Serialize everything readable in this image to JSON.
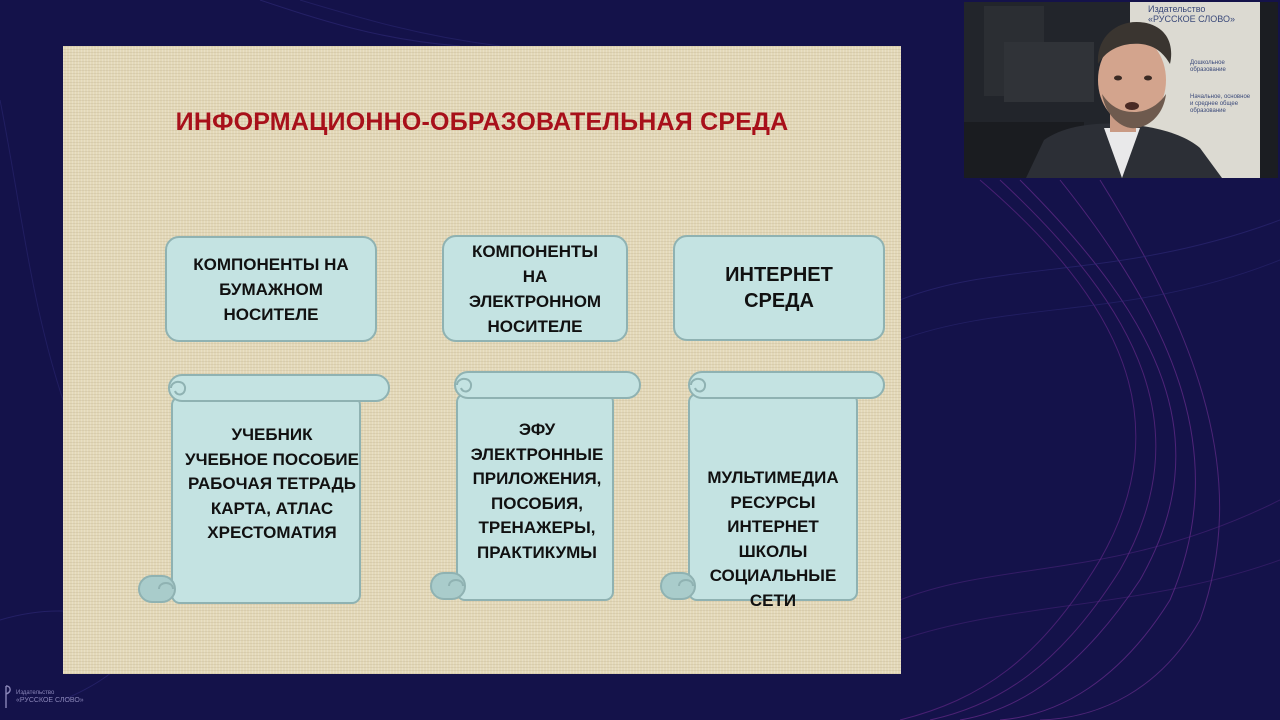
{
  "slide": {
    "title": "ИНФОРМАЦИОННО-ОБРАЗОВАТЕЛЬНАЯ СРЕДА",
    "categories": [
      "КОМПОНЕНТЫ НА\nБУМАЖНОМ\nНОСИТЕЛЕ",
      "КОМПОНЕНТЫ\nНА\nЭЛЕКТРОННОМ\nНОСИТЕЛЕ",
      "ИНТЕРНЕТ\nСРЕДА"
    ],
    "scrolls": [
      "УЧЕБНИК\nУЧЕБНОЕ ПОСОБИЕ\nРАБОЧАЯ ТЕТРАДЬ\nКАРТА, АТЛАС\nХРЕСТОМАТИЯ",
      "ЭФУ\nЭЛЕКТРОННЫЕ\nПРИЛОЖЕНИЯ,\nПОСОБИЯ,\nТРЕНАЖЕРЫ,\nПРАКТИКУМЫ",
      "МУЛЬТИМЕДИА\nРЕСУРСЫ\nИНТЕРНЕТ\nШКОЛЫ\nСОЦИАЛЬНЫЕ\nСЕТИ"
    ]
  },
  "webcam": {
    "banner_line1": "Издательство",
    "banner_line2": "«РУССКОЕ СЛОВО»",
    "banner_item1": "Дошкольное образование",
    "banner_item2": "Начальное, основное и среднее общее образование"
  },
  "footer_logo": {
    "line1": "Издательство",
    "line2": "«РУССКОЕ СЛОВО»"
  },
  "colors": {
    "background": "#14124a",
    "slide_background": "#e3d8b8",
    "title": "#a8101a",
    "box_fill": "#c4e3e2",
    "box_border": "#8fb2b2"
  },
  "icons": [
    "speaker-video",
    "publisher-logo"
  ]
}
